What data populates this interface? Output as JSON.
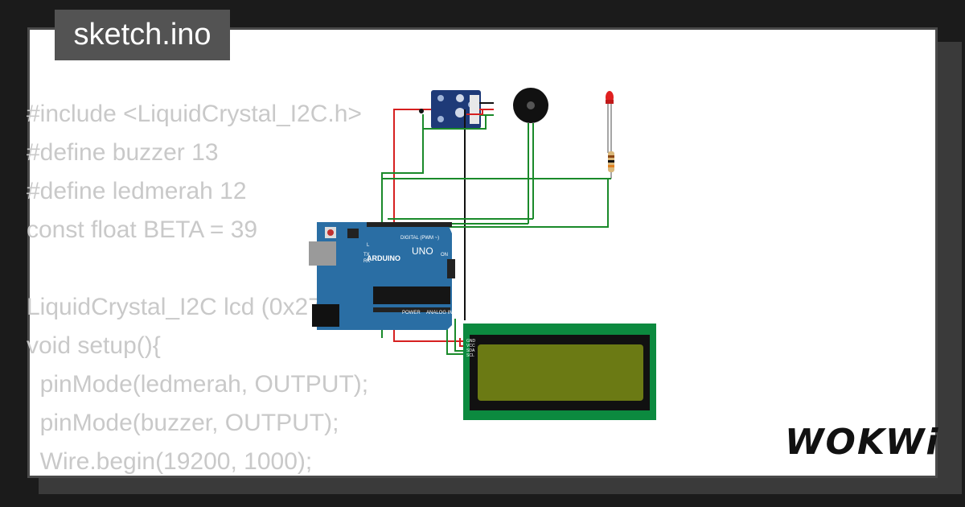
{
  "header": {
    "title": "sketch.ino"
  },
  "code_lines": [
    "#include <LiquidCrystal_I2C.h>",
    "#define buzzer 13",
    "#define ledmerah 12",
    "const float BETA = 39",
    "",
    "LiquidCrystal_I2C lcd (0x27,20,4);",
    "void setup(){",
    "  pinMode(ledmerah, OUTPUT);",
    "  pinMode(buzzer, OUTPUT);",
    "  Wire.begin(19200, 1000);"
  ],
  "circuit": {
    "arduino": {
      "digital_label": "DIGITAL (PWM ~)",
      "brand": "ARDUINO",
      "model": "UNO",
      "on_label": "ON",
      "power_label": "POWER",
      "analog_label": "ANALOG IN",
      "tx_label": "TX",
      "rx_label": "RX",
      "l_label": "L"
    },
    "lcd": {
      "pins": [
        "GND",
        "VCC",
        "SDA",
        "SCL"
      ]
    }
  },
  "brand": {
    "logo": "WOKWi"
  },
  "colors": {
    "board_blue": "#2a6ea4",
    "lcd_green": "#0c8a3f",
    "lcd_screen": "#6b7a14",
    "wire_red": "#d62020",
    "wire_green": "#1a8a2a",
    "wire_black": "#111111"
  }
}
